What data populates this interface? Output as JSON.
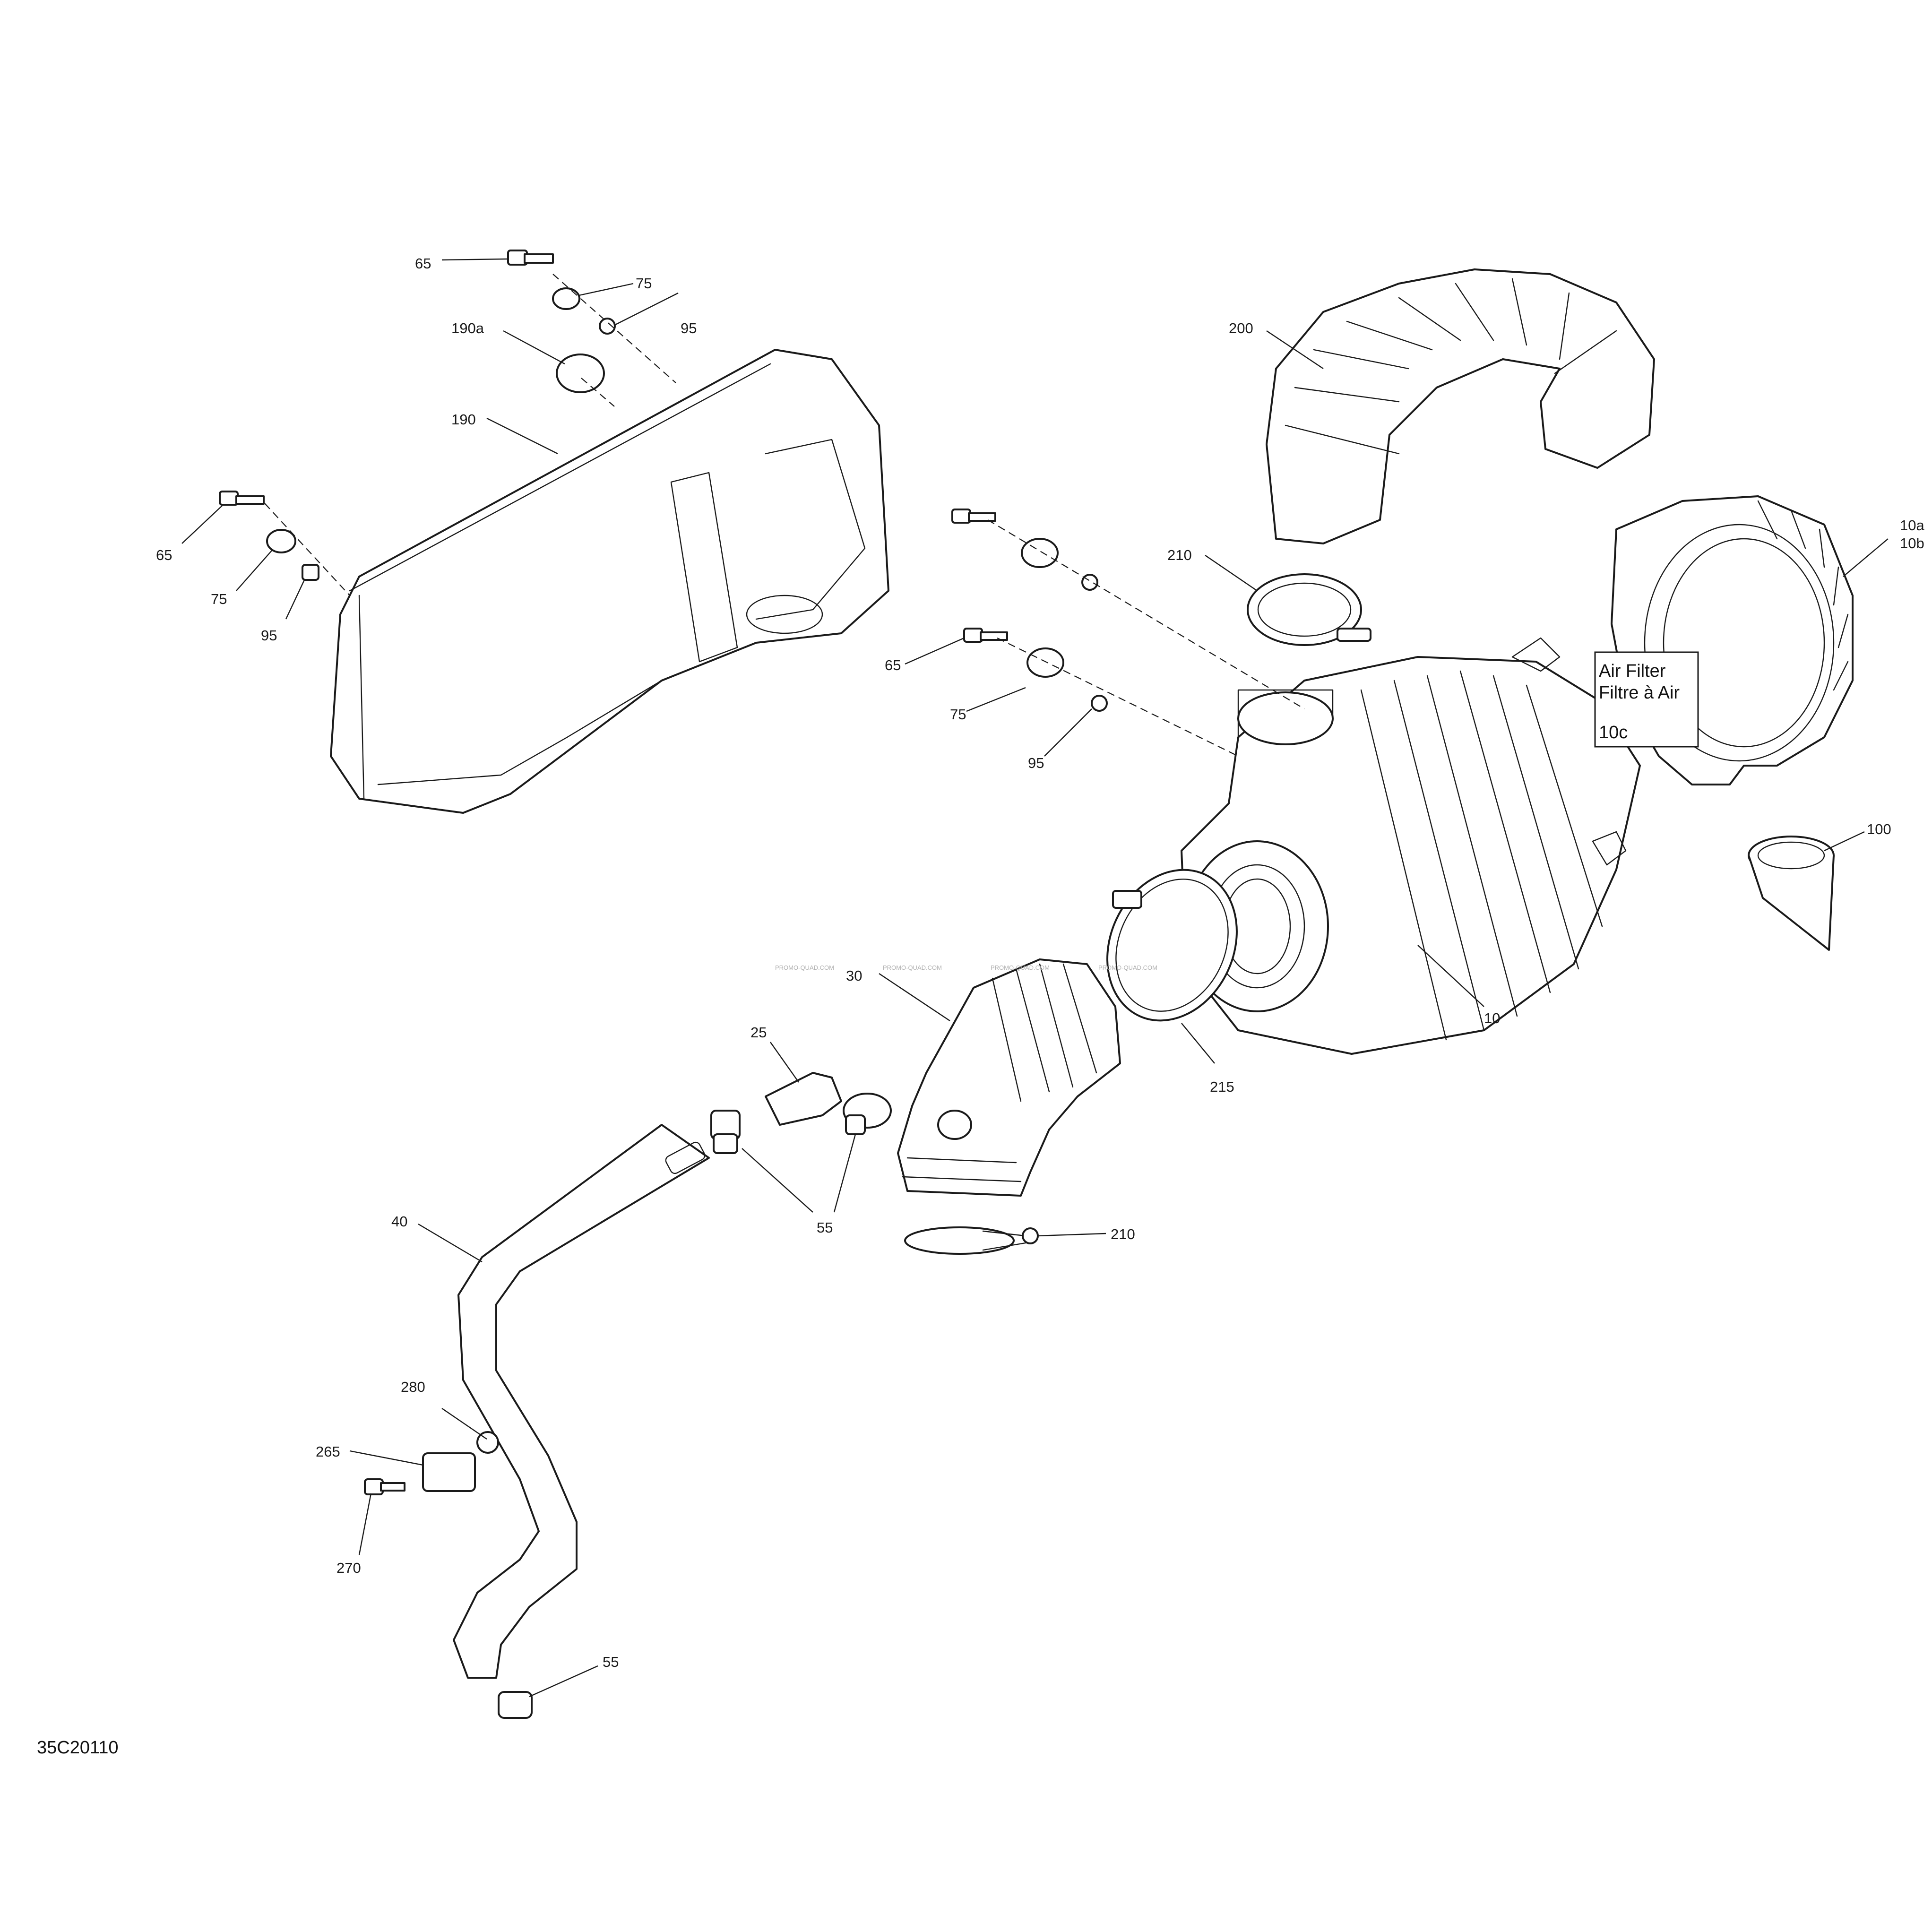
{
  "drawing_number": "35C20110",
  "filter_box": {
    "line1": "Air Filter",
    "line2": "Filtre à Air",
    "ref": "10c"
  },
  "watermark": [
    "PROMO-QUAD.COM",
    "PROMO-QUAD.COM",
    "PROMO-QUAD.COM",
    "PROMO-QUAD.COM"
  ],
  "callouts": {
    "c65a": "65",
    "c75a": "75",
    "c95a": "95",
    "c190a": "190a",
    "c190": "190",
    "c65b": "65",
    "c75b": "75",
    "c95b": "95",
    "c200": "200",
    "c210a": "210",
    "c65c": "65",
    "c75c": "75",
    "c95c": "95",
    "c10a": "10a",
    "c10b": "10b",
    "c100": "100",
    "c10": "10",
    "c30": "30",
    "c25": "25",
    "c215": "215",
    "c55a": "55",
    "c210b": "210",
    "c40": "40",
    "c280": "280",
    "c265": "265",
    "c270": "270",
    "c55b": "55"
  }
}
